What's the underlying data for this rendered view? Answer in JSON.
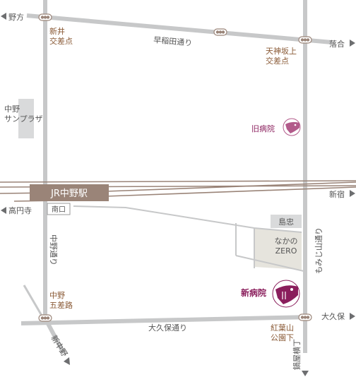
{
  "colors": {
    "road": "#c7c8c9",
    "rail": "#9a8478",
    "station": "#9a8478",
    "brown_text": "#8a5a36",
    "hospital": "#8a1e5c",
    "gray_text": "#555555",
    "block": "#d9dadb",
    "zero_block": "#e6e4dd",
    "arrow": "#6d6e70"
  },
  "directions": {
    "top_left": "野方",
    "top_right": "落合",
    "right_mid": "新宿",
    "right_bottom": "大久保",
    "left_mid": "高円寺",
    "bottom_center": "鍋屋横丁",
    "bottom_left": "新中野"
  },
  "intersections": {
    "arai_line1": "新井",
    "arai_line2": "交差点",
    "tenjin_line1": "天神坂上",
    "tenjin_line2": "交差点",
    "nakano5_line1": "中野",
    "nakano5_line2": "五差路",
    "momiji_line1": "紅葉山",
    "momiji_line2": "公園下"
  },
  "roads": {
    "waseda": "早稲田通り",
    "okubo": "大久保通り",
    "nakano_dori": "中野通り",
    "momijiyama": "もみじ山通り"
  },
  "landmarks": {
    "sunplaza_line1": "中野",
    "sunplaza_line2": "サンプラザ",
    "station": "JR中野駅",
    "south_exit": "南口",
    "shimachu": "島忠",
    "zero_line1": "なかの",
    "zero_line2": "ZERO"
  },
  "hospitals": {
    "old": "旧病院",
    "new": "新病院"
  }
}
